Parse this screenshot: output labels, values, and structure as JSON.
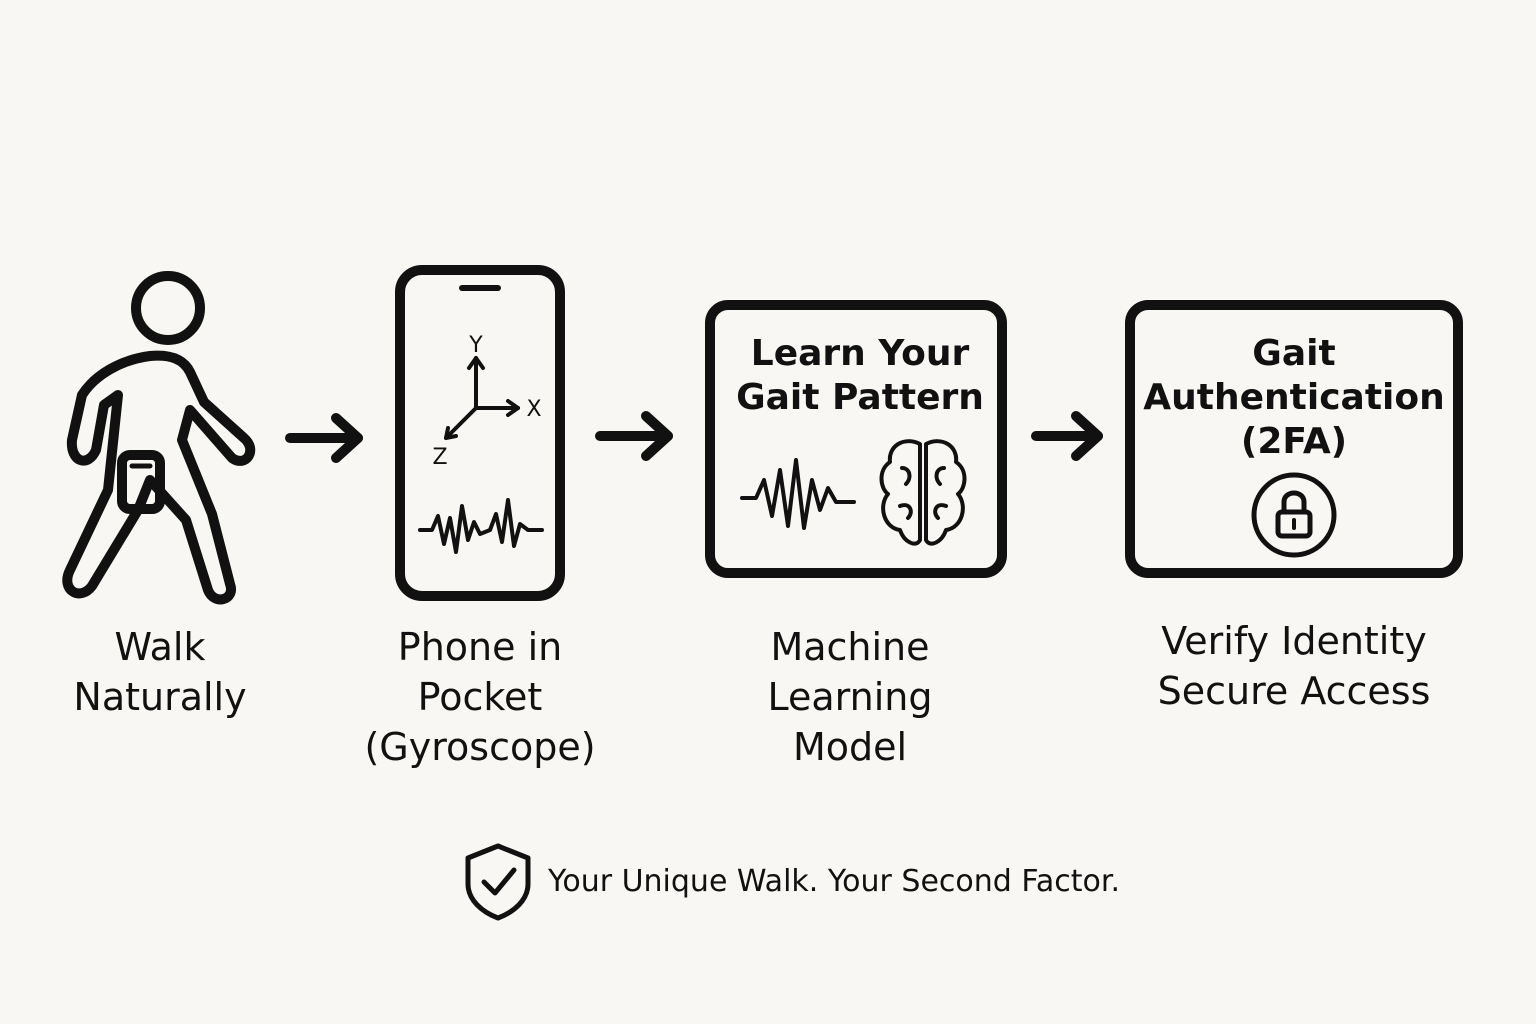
{
  "steps": [
    {
      "id": "walk",
      "label_lines": [
        "Walk",
        "Naturally"
      ],
      "icon": "walking-person-icon"
    },
    {
      "id": "phone",
      "label_lines": [
        "Phone in",
        "Pocket",
        "(Gyroscope)"
      ],
      "icon": "smartphone-icon",
      "axes": {
        "y": "Y",
        "x": "X",
        "z": "Z"
      }
    },
    {
      "id": "ml",
      "box_title_lines": [
        "Learn Your",
        "Gait Pattern"
      ],
      "label_lines": [
        "Machine",
        "Learning",
        "Model"
      ],
      "icon": "brain-icon"
    },
    {
      "id": "auth",
      "box_title_lines": [
        "Gait",
        "Authentication",
        "(2FA)"
      ],
      "label_lines": [
        "Verify Identity",
        "Secure Access"
      ],
      "icon": "lock-icon"
    }
  ],
  "tagline": "Your Unique Walk. Your Second Factor.",
  "tagline_icon": "shield-check-icon",
  "colors": {
    "background": "#f9f7f3",
    "ink": "#111111"
  }
}
